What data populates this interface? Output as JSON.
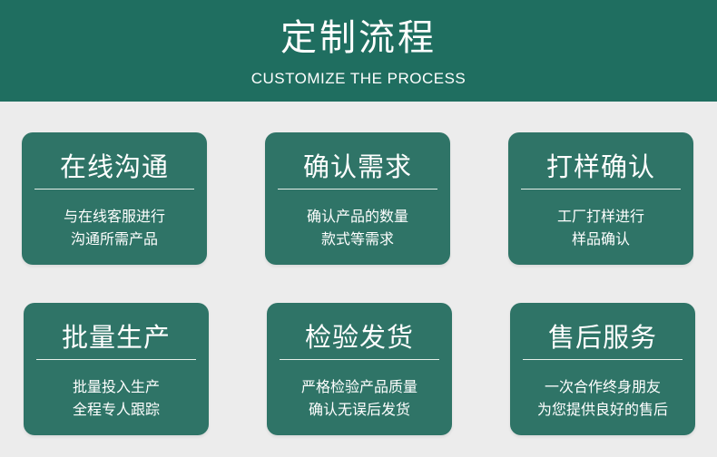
{
  "header": {
    "title": "定制流程",
    "subtitle": "CUSTOMIZE THE PROCESS"
  },
  "steps": [
    {
      "title": "在线沟通",
      "desc_line1": "与在线客服进行",
      "desc_line2": "沟通所需产品"
    },
    {
      "title": "确认需求",
      "desc_line1": "确认产品的数量",
      "desc_line2": "款式等需求"
    },
    {
      "title": "打样确认",
      "desc_line1": "工厂打样进行",
      "desc_line2": "样品确认"
    },
    {
      "title": "批量生产",
      "desc_line1": "批量投入生产",
      "desc_line2": "全程专人跟踪"
    },
    {
      "title": "检验发货",
      "desc_line1": "严格检验产品质量",
      "desc_line2": "确认无误后发货"
    },
    {
      "title": "售后服务",
      "desc_line1": "一次合作终身朋友",
      "desc_line2": "为您提供良好的售后"
    }
  ],
  "colors": {
    "header_bg": "#1f6e60",
    "card_bg": "#2f7467",
    "page_bg": "#ececec",
    "text": "#ffffff"
  }
}
